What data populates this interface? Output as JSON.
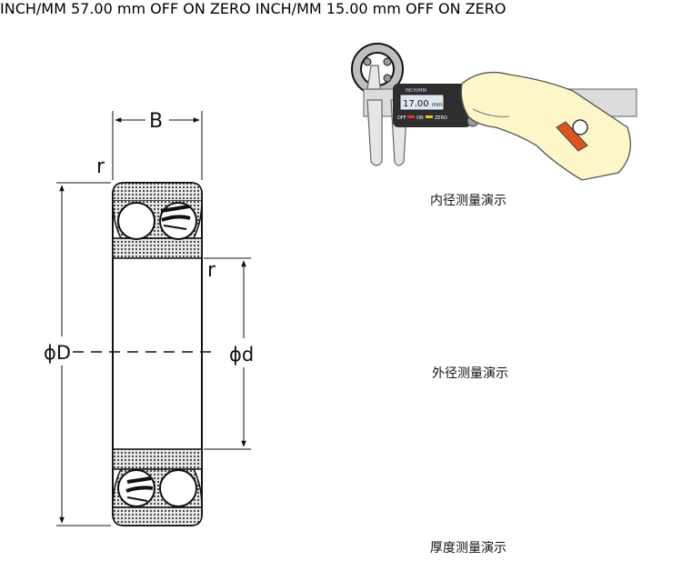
{
  "bearing": {
    "label_width": "B",
    "label_radius_top": "r",
    "label_radius_inner": "r",
    "label_outer_diameter": "ϕD",
    "label_bore_diameter": "ϕd"
  },
  "calipers": [
    {
      "caption": "内径测量演示",
      "unit_label": "INCH/MM",
      "reading": "17.00",
      "unit": "mm",
      "btn_off": "OFF",
      "btn_on": "ON",
      "btn_zero": "ZERO"
    },
    {
      "caption": "外径测量演示",
      "unit_label": "INCH/MM",
      "reading": "57.00",
      "unit": "mm",
      "btn_off": "OFF",
      "btn_on": "ON",
      "btn_zero": "ZERO"
    },
    {
      "caption": "厚度测量演示",
      "unit_label": "INCH/MM",
      "reading": "15.00",
      "unit": "mm",
      "btn_off": "OFF",
      "btn_on": "ON",
      "btn_zero": "ZERO"
    }
  ],
  "colors": {
    "line": "#111111",
    "ring_dot": "#3a3a3a",
    "rule": "#d9d9d9",
    "lcd": "#dfe7ef",
    "body": "#2e2e2e",
    "hand": "#fdf6c8",
    "strap": "#d9541e"
  }
}
